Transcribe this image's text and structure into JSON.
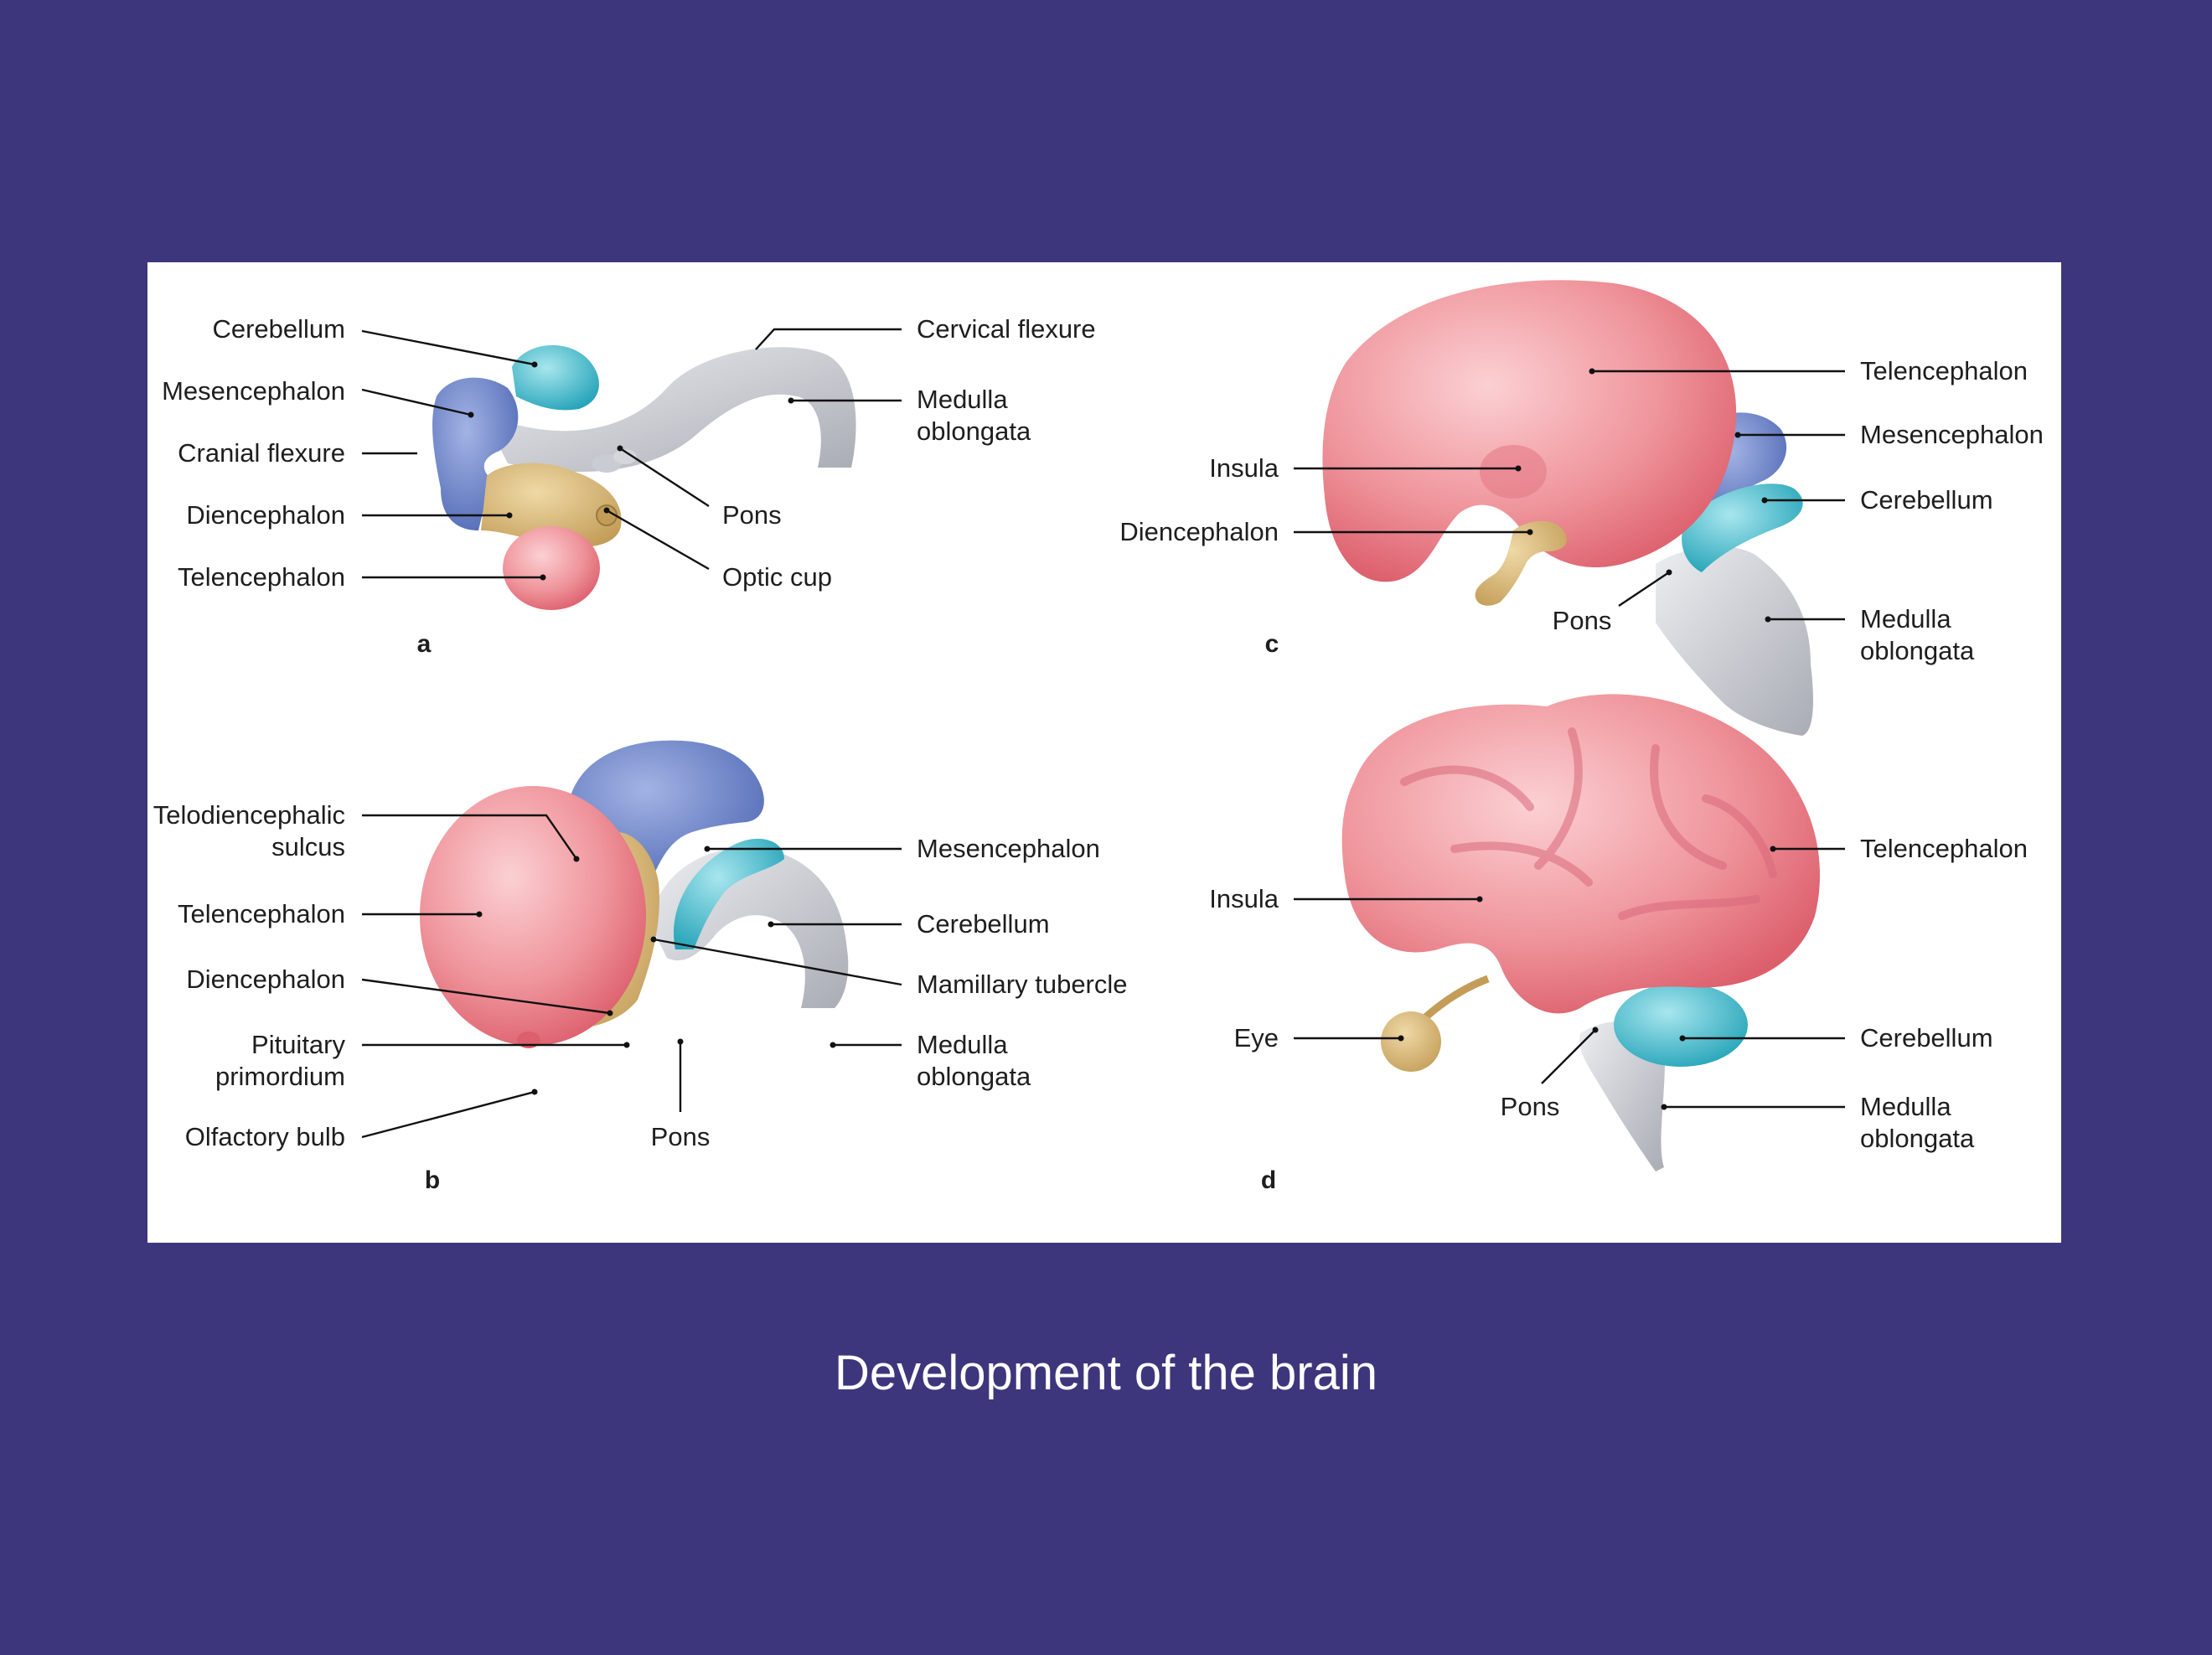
{
  "caption": "Development of the brain",
  "colors": {
    "background": "#3e367c",
    "telencephalon": "#ef8a92",
    "diencephalon": "#d7b677",
    "mesencephalon": "#6f86c9",
    "cerebellum": "#2fb0c3",
    "brainstem": "#c4c6cc"
  },
  "panels": {
    "a": {
      "letter": "a",
      "labels": {
        "cerebellum": "Cerebellum",
        "mesencephalon": "Mesencephalon",
        "cranial_flexure": "Cranial flexure",
        "diencephalon": "Diencephalon",
        "telencephalon": "Telencephalon",
        "cervical_flexure": "Cervical flexure",
        "medulla_1": "Medulla",
        "medulla_2": "oblongata",
        "pons": "Pons",
        "optic_cup": "Optic cup"
      }
    },
    "b": {
      "letter": "b",
      "labels": {
        "telodiencephalic_1": "Telodiencephalic",
        "telodiencephalic_2": "sulcus",
        "telencephalon": "Telencephalon",
        "diencephalon": "Diencephalon",
        "pituitary_1": "Pituitary",
        "pituitary_2": "primordium",
        "olfactory_bulb": "Olfactory bulb",
        "mesencephalon": "Mesencephalon",
        "cerebellum": "Cerebellum",
        "mamillary": "Mamillary tubercle",
        "medulla_1": "Medulla",
        "medulla_2": "oblongata",
        "pons": "Pons"
      }
    },
    "c": {
      "letter": "c",
      "labels": {
        "insula": "Insula",
        "diencephalon": "Diencephalon",
        "pons": "Pons",
        "telencephalon": "Telencephalon",
        "mesencephalon": "Mesencephalon",
        "cerebellum": "Cerebellum",
        "medulla_1": "Medulla",
        "medulla_2": "oblongata"
      }
    },
    "d": {
      "letter": "d",
      "labels": {
        "insula": "Insula",
        "eye": "Eye",
        "pons": "Pons",
        "telencephalon": "Telencephalon",
        "cerebellum": "Cerebellum",
        "medulla_1": "Medulla",
        "medulla_2": "oblongata"
      }
    }
  }
}
